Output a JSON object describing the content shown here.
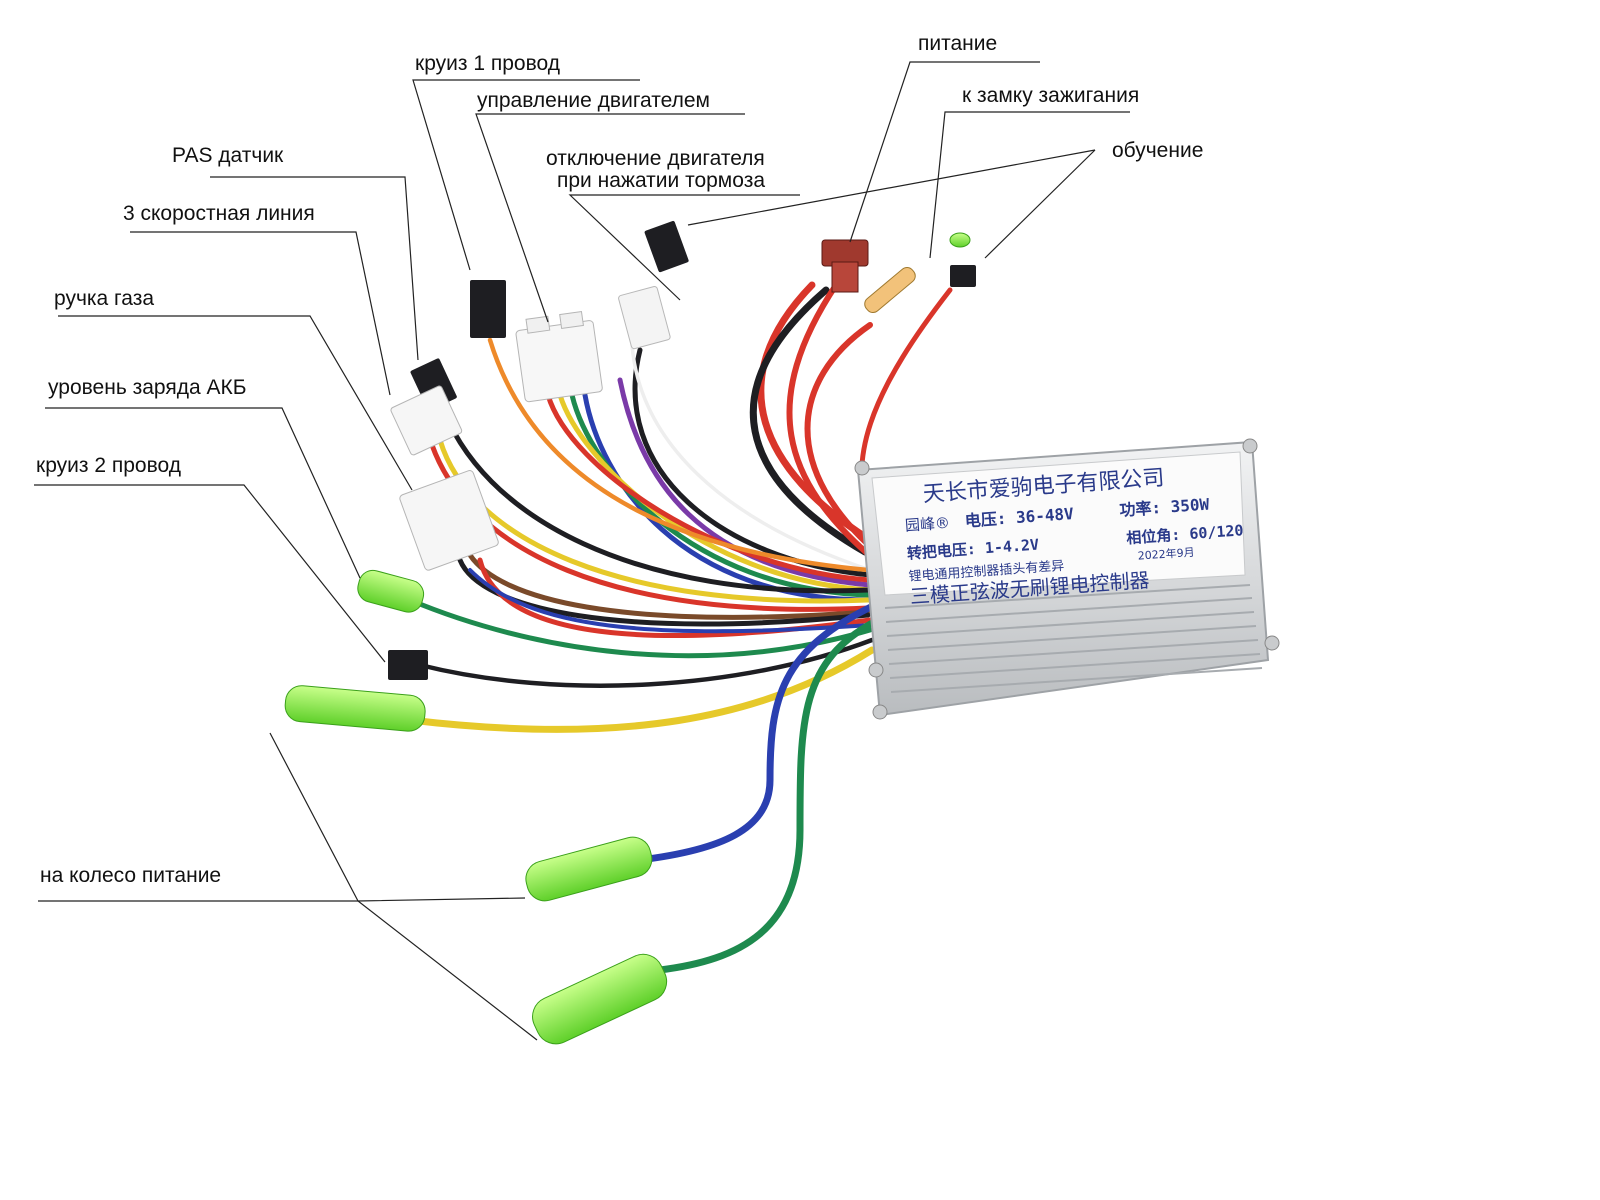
{
  "labels": {
    "cruise1": "круиз 1 провод",
    "motor_control": "управление двигателем",
    "brake_cutoff_1": "отключение двигателя",
    "brake_cutoff_2": "при нажатии тормоза",
    "pas": "PAS датчик",
    "speed3": "3 скоростная линия",
    "throttle": "ручка газа",
    "battery_level": "уровень заряда АКБ",
    "cruise2": "круиз 2 провод",
    "power": "питание",
    "ignition": "к замку зажигания",
    "learning": "обучение",
    "wheel_power": "на колесо питание"
  },
  "controller": {
    "maker": "天长市爱驹电子有限公司",
    "brand": "园峰®",
    "voltage": "电压: 36-48V",
    "power": "功率: 350W",
    "throttle_voltage": "转把电压: 1-4.2V",
    "phase_angle": "相位角: 60/120",
    "date": "2022年9月",
    "note": "锂电通用控制器插头有差异",
    "product": "三模正弦波无刷锂电控制器"
  },
  "colors": {
    "red": "#d9352a",
    "black": "#1e1e22",
    "yellow": "#e6c92a",
    "green": "#1e8a4e",
    "blue": "#2a3fb0",
    "orange": "#ee8a2a",
    "purple": "#7a3aa8",
    "brown": "#7a4a2a",
    "white": "#eeeeee",
    "connector_green": "#8bf04a",
    "housing": "#d8dadc"
  }
}
